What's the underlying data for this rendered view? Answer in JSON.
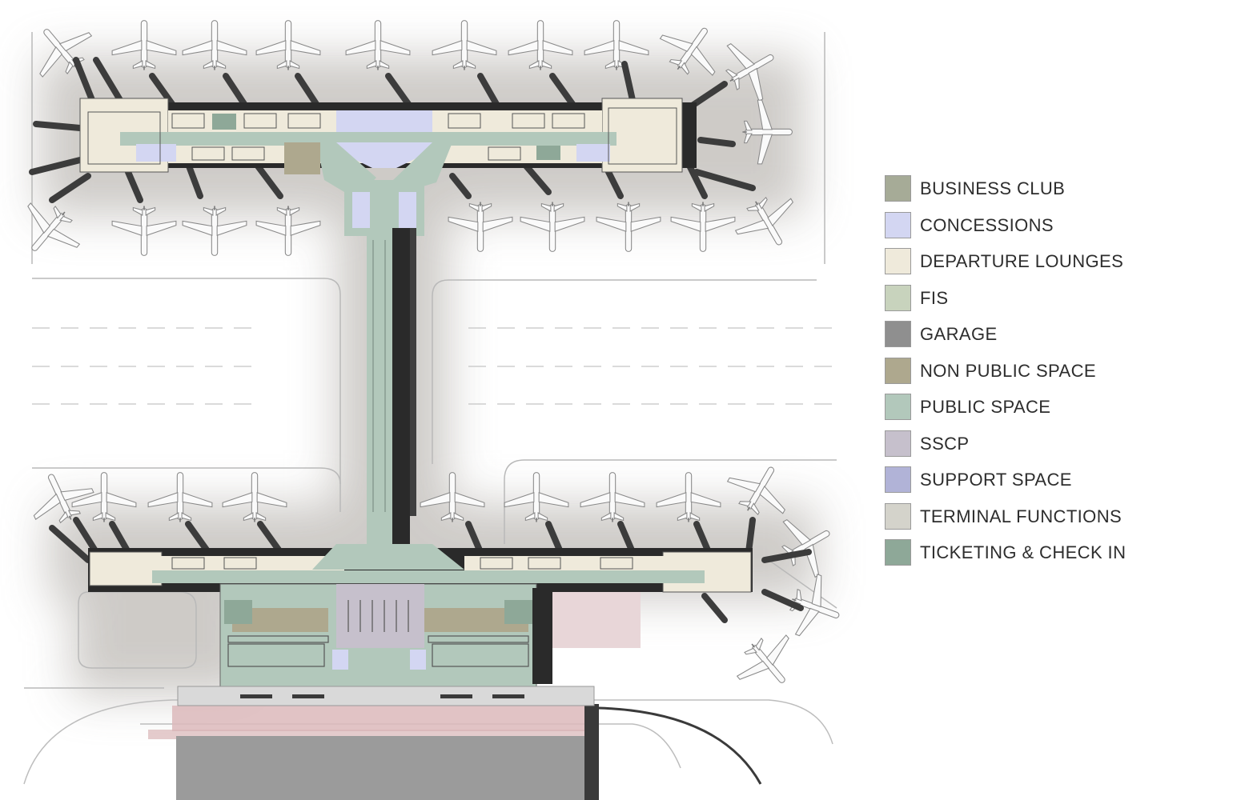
{
  "legend": [
    {
      "label": "BUSINESS CLUB",
      "color": "#a6ab97"
    },
    {
      "label": "CONCESSIONS",
      "color": "#d3d6f2"
    },
    {
      "label": "DEPARTURE LOUNGES",
      "color": "#efeadb"
    },
    {
      "label": "FIS",
      "color": "#c8d3bd"
    },
    {
      "label": "GARAGE",
      "color": "#8f8f8f"
    },
    {
      "label": "NON PUBLIC SPACE",
      "color": "#aea88e"
    },
    {
      "label": "PUBLIC SPACE",
      "color": "#b2c8bb"
    },
    {
      "label": "SSCP",
      "color": "#c6c0cc"
    },
    {
      "label": "SUPPORT SPACE",
      "color": "#b1b3d7"
    },
    {
      "label": "TERMINAL FUNCTIONS",
      "color": "#d4d3cb"
    },
    {
      "label": "TICKETING & CHECK IN",
      "color": "#8ea898"
    }
  ]
}
